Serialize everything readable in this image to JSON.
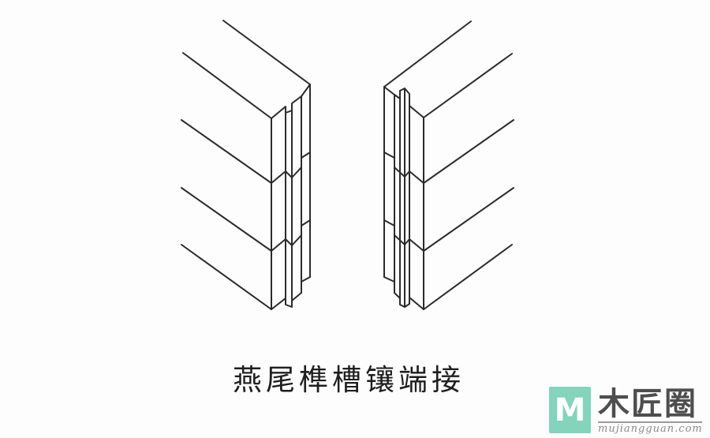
{
  "page": {
    "background": "#fdfdfd",
    "line_color": "#2b2b2b"
  },
  "diagram": {
    "caption": "燕尾榫槽镶端接",
    "caption_color": "#1e1e1e",
    "left_piece": "board-end-with-dovetail-groove",
    "right_piece": "board-end-with-dovetail-tongue"
  },
  "logo": {
    "monogram": "M",
    "name": "木匠圈",
    "domain": "mujiangguan.com",
    "monogram_bg": "#84d3bb",
    "monogram_color": "#ffffff",
    "name_color": "#4e4e4e",
    "domain_color": "#8a8a8a"
  }
}
